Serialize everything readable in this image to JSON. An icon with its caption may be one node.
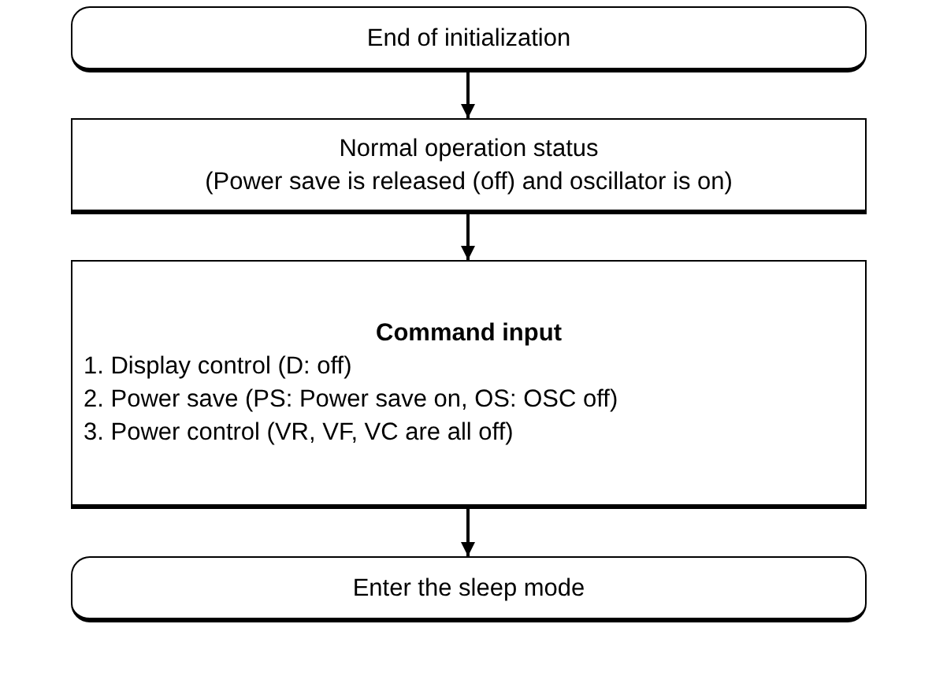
{
  "diagram": {
    "nodes": [
      {
        "text": [
          "End of initialization"
        ]
      },
      {
        "text": [
          "Normal operation status",
          "(Power save is released (off) and oscillator is on)"
        ]
      },
      {
        "text": [
          "Command input",
          "1. Display control (D: off)",
          "2. Power save (PS: Power save on, OS: OSC off)",
          "3. Power control (VR, VF, VC are all off)"
        ]
      },
      {
        "text": [
          "Enter the sleep mode"
        ]
      }
    ],
    "edges": [
      {
        "from": 0,
        "to": 1,
        "arrow": "to"
      },
      {
        "from": 1,
        "to": 2,
        "arrow": "to"
      },
      {
        "from": 2,
        "to": 3,
        "arrow": "to"
      }
    ]
  }
}
